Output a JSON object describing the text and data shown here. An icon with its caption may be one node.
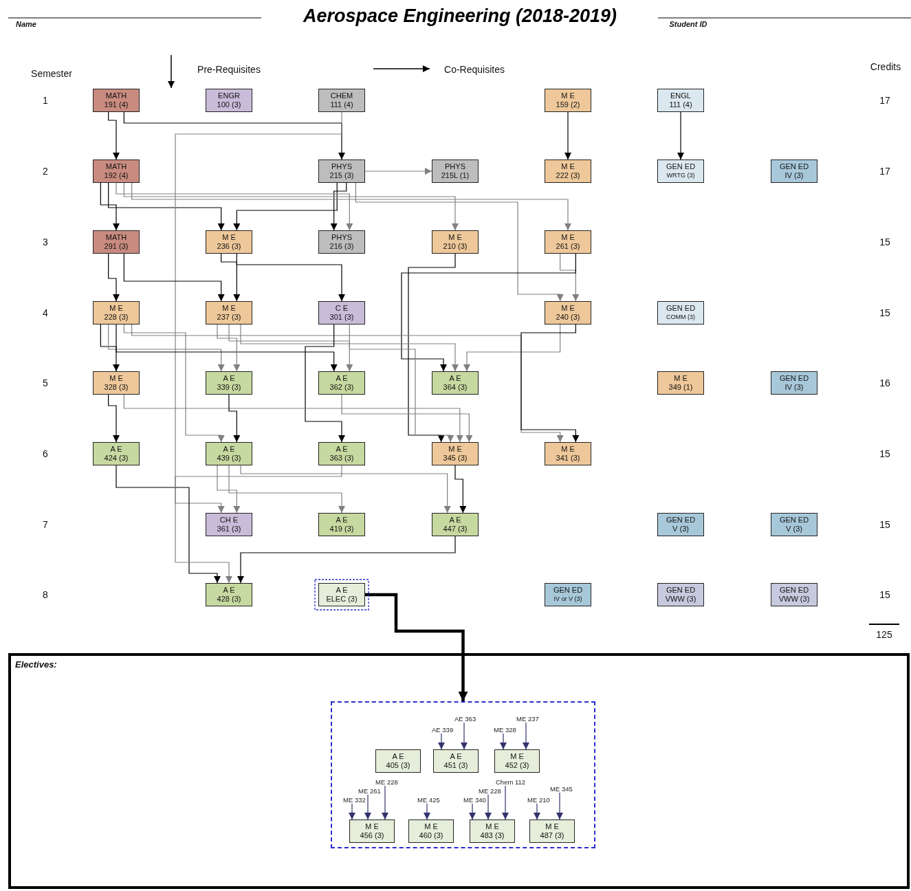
{
  "diagram": {
    "title": "Aerospace Engineering (2018-2019)",
    "nodes": [
      {
        "text": [
          "MATH",
          "191 (4)"
        ]
      },
      {
        "text": [
          "ENGR",
          "100 (3)"
        ]
      },
      {
        "text": [
          "CHEM",
          "111 (4)"
        ]
      },
      {
        "text": [
          "M E",
          "159 (2)"
        ]
      },
      {
        "text": [
          "ENGL",
          "111 (4)"
        ]
      },
      {
        "text": [
          "MATH",
          "192 (4)"
        ]
      },
      {
        "text": [
          "PHYS",
          "215 (3)"
        ]
      },
      {
        "text": [
          "PHYS",
          "215L (1)"
        ]
      },
      {
        "text": [
          "M E",
          "222 (3)"
        ]
      },
      {
        "text": [
          "GEN ED",
          "WRTG (3)"
        ]
      },
      {
        "text": [
          "GEN ED",
          "IV (3)"
        ]
      },
      {
        "text": [
          "MATH",
          "291 (3)"
        ]
      },
      {
        "text": [
          "M E",
          "236 (3)"
        ]
      },
      {
        "text": [
          "PHYS",
          "216 (3)"
        ]
      },
      {
        "text": [
          "M E",
          "210 (3)"
        ]
      },
      {
        "text": [
          "M E",
          "261 (3)"
        ]
      },
      {
        "text": [
          "M E",
          "228 (3)"
        ]
      },
      {
        "text": [
          "M E",
          "237 (3)"
        ]
      },
      {
        "text": [
          "C E",
          "301 (3)"
        ]
      },
      {
        "text": [
          "M E",
          "240 (3)"
        ]
      },
      {
        "text": [
          "GEN ED",
          "COMM (3)"
        ]
      },
      {
        "text": [
          "M E",
          "328 (3)"
        ]
      },
      {
        "text": [
          "A E",
          "339 (3)"
        ]
      },
      {
        "text": [
          "A E",
          "362 (3)"
        ]
      },
      {
        "text": [
          "A E",
          "364 (3)"
        ]
      },
      {
        "text": [
          "M E",
          "349 (1)"
        ]
      },
      {
        "text": [
          "GEN ED",
          "IV (3)"
        ]
      },
      {
        "text": [
          "A E",
          "424 (3)"
        ]
      },
      {
        "text": [
          "A E",
          "439 (3)"
        ]
      },
      {
        "text": [
          "A E",
          "363 (3)"
        ]
      },
      {
        "text": [
          "M E",
          "345 (3)"
        ]
      },
      {
        "text": [
          "M E",
          "341 (3)"
        ]
      },
      {
        "text": [
          "CH E",
          "361 (3)"
        ]
      },
      {
        "text": [
          "A E",
          "419 (3)"
        ]
      },
      {
        "text": [
          "A E",
          "447 (3)"
        ]
      },
      {
        "text": [
          "GEN ED",
          "V (3)"
        ]
      },
      {
        "text": [
          "GEN ED",
          "V (3)"
        ]
      },
      {
        "text": [
          "A E",
          "428 (3)"
        ]
      },
      {
        "text": [
          "A E",
          "ELEC (3)"
        ]
      },
      {
        "text": [
          "GEN ED",
          "IV or V (3)"
        ]
      },
      {
        "text": [
          "GEN ED",
          "VWW (3)"
        ]
      },
      {
        "text": [
          "GEN ED",
          "VWW (3)"
        ]
      },
      {
        "text": [
          "Electives:"
        ]
      },
      {
        "text": [],
        "shape": "box",
        "in": 42
      },
      {
        "text": [
          "A E",
          "405 (3)"
        ],
        "in": 43
      },
      {
        "text": [
          "A E",
          "451 (3)"
        ],
        "in": 43
      },
      {
        "text": [
          "M E",
          "452 (3)"
        ],
        "in": 43
      },
      {
        "text": [
          "M E",
          "456 (3)"
        ],
        "in": 43
      },
      {
        "text": [
          "M E",
          "460 (3)"
        ],
        "in": 43
      },
      {
        "text": [
          "M E",
          "483 (3)"
        ],
        "in": 43
      },
      {
        "text": [
          "M E",
          "487 (3)"
        ],
        "in": 43
      },
      {
        "text": [
          "AE 363"
        ],
        "in": 43
      },
      {
        "text": [
          "ME 237"
        ],
        "in": 43
      },
      {
        "text": [
          "AE 339"
        ],
        "in": 43
      },
      {
        "text": [
          "ME 328"
        ],
        "in": 43
      },
      {
        "text": [
          "ME 228"
        ],
        "in": 43
      },
      {
        "text": [
          "Chem 112"
        ],
        "in": 43
      },
      {
        "text": [
          "ME 345"
        ],
        "in": 43
      },
      {
        "text": [
          "ME 261"
        ],
        "in": 43
      },
      {
        "text": [
          "ME 228"
        ],
        "in": 43
      },
      {
        "text": [
          "ME 332"
        ],
        "in": 43
      },
      {
        "text": [
          "ME 425"
        ],
        "in": 43
      },
      {
        "text": [
          "ME 340"
        ],
        "in": 43
      },
      {
        "text": [
          "ME 210"
        ],
        "in": 43
      }
    ],
    "edges": [
      {
        "from": 0,
        "to": 5,
        "arrow": "to"
      },
      {
        "from": 0,
        "to": 6,
        "arrow": "to"
      },
      {
        "from": 3,
        "to": 8,
        "arrow": "to"
      },
      {
        "from": 4,
        "to": 9,
        "arrow": "to"
      },
      {
        "from": 6,
        "to": 7,
        "arrow": "to",
        "color": "#808080"
      },
      {
        "from": 5,
        "to": 11,
        "arrow": "to"
      },
      {
        "from": 5,
        "to": 12,
        "arrow": "to"
      },
      {
        "from": 6,
        "to": 12,
        "arrow": "to"
      },
      {
        "from": 6,
        "to": 13,
        "arrow": "to"
      },
      {
        "from": 5,
        "to": 13,
        "arrow": "to",
        "color": "#808080"
      },
      {
        "from": 5,
        "to": 14,
        "arrow": "to",
        "color": "#808080"
      },
      {
        "from": 5,
        "to": 15,
        "arrow": "to",
        "color": "#808080"
      },
      {
        "from": 6,
        "to": 19,
        "arrow": "to",
        "color": "#808080"
      },
      {
        "from": 2,
        "to": 32,
        "arrow": "to",
        "color": "#808080"
      },
      {
        "from": 11,
        "to": 16,
        "arrow": "to"
      },
      {
        "from": 11,
        "to": 17,
        "arrow": "to"
      },
      {
        "from": 12,
        "to": 17,
        "arrow": "to"
      },
      {
        "from": 12,
        "to": 18,
        "arrow": "to"
      },
      {
        "from": 14,
        "to": 30,
        "arrow": "to"
      },
      {
        "from": 15,
        "to": 19,
        "arrow": "to",
        "color": "#808080"
      },
      {
        "from": 15,
        "to": 24,
        "arrow": "to"
      },
      {
        "from": 16,
        "to": 21,
        "arrow": "to"
      },
      {
        "from": 16,
        "to": 22,
        "arrow": "to",
        "color": "#808080"
      },
      {
        "from": 16,
        "to": 23,
        "arrow": "to"
      },
      {
        "from": 16,
        "to": 28,
        "arrow": "to",
        "color": "#808080"
      },
      {
        "from": 16,
        "to": 31,
        "arrow": "to",
        "color": "#808080"
      },
      {
        "from": 17,
        "to": 22,
        "arrow": "to",
        "color": "#808080"
      },
      {
        "from": 17,
        "to": 23,
        "arrow": "to",
        "color": "#808080"
      },
      {
        "from": 17,
        "to": 24,
        "arrow": "to",
        "color": "#808080"
      },
      {
        "from": 18,
        "to": 29,
        "arrow": "to"
      },
      {
        "from": 18,
        "to": 30,
        "arrow": "to",
        "color": "#808080"
      },
      {
        "from": 19,
        "to": 24,
        "arrow": "to",
        "color": "#808080"
      },
      {
        "from": 19,
        "to": 31,
        "arrow": "to"
      },
      {
        "from": 21,
        "to": 27,
        "arrow": "to"
      },
      {
        "from": 21,
        "to": 30,
        "arrow": "to",
        "color": "#808080"
      },
      {
        "from": 22,
        "to": 28,
        "arrow": "to"
      },
      {
        "from": 23,
        "to": 30,
        "arrow": "to",
        "color": "#808080"
      },
      {
        "from": 27,
        "to": 37,
        "arrow": "to"
      },
      {
        "from": 28,
        "to": 32,
        "arrow": "to",
        "color": "#808080"
      },
      {
        "from": 28,
        "to": 33,
        "arrow": "to",
        "color": "#808080"
      },
      {
        "from": 28,
        "to": 34,
        "arrow": "to",
        "color": "#808080"
      },
      {
        "from": 29,
        "to": 37,
        "arrow": "to",
        "color": "#808080"
      },
      {
        "from": 30,
        "to": 34,
        "arrow": "to"
      },
      {
        "from": 34,
        "to": 37,
        "arrow": "to"
      },
      {
        "from": 38,
        "to": 43,
        "arrow": "to",
        "style": "thick"
      },
      {
        "from": 51,
        "to": 45,
        "arrow": "to",
        "color": "#33336e"
      },
      {
        "from": 52,
        "to": 46,
        "arrow": "to",
        "color": "#33336e"
      },
      {
        "from": 53,
        "to": 45,
        "arrow": "to",
        "color": "#33336e"
      },
      {
        "from": 54,
        "to": 46,
        "arrow": "to",
        "color": "#33336e"
      },
      {
        "from": 55,
        "to": 47,
        "arrow": "to",
        "color": "#33336e"
      },
      {
        "from": 56,
        "to": 49,
        "arrow": "to",
        "color": "#33336e"
      },
      {
        "from": 57,
        "to": 50,
        "arrow": "to",
        "color": "#33336e"
      },
      {
        "from": 58,
        "to": 47,
        "arrow": "to",
        "color": "#33336e"
      },
      {
        "from": 59,
        "to": 49,
        "arrow": "to",
        "color": "#33336e"
      },
      {
        "from": 60,
        "to": 47,
        "arrow": "to",
        "color": "#33336e"
      },
      {
        "from": 61,
        "to": 48,
        "arrow": "to",
        "color": "#33336e"
      },
      {
        "from": 62,
        "to": 49,
        "arrow": "to",
        "color": "#33336e"
      },
      {
        "from": 63,
        "to": 50,
        "arrow": "to",
        "color": "#33336e"
      }
    ],
    "labels": [
      "Name",
      "Student ID",
      "Semester",
      "Credits",
      "1",
      "17",
      "2",
      "17",
      "3",
      "15",
      "4",
      "15",
      "5",
      "16",
      "6",
      "15",
      "7",
      "15",
      "8",
      "15",
      "125"
    ],
    "legend": [
      {
        "text": "Pre-Requisites"
      },
      {
        "text": "Co-Requisites"
      }
    ]
  }
}
